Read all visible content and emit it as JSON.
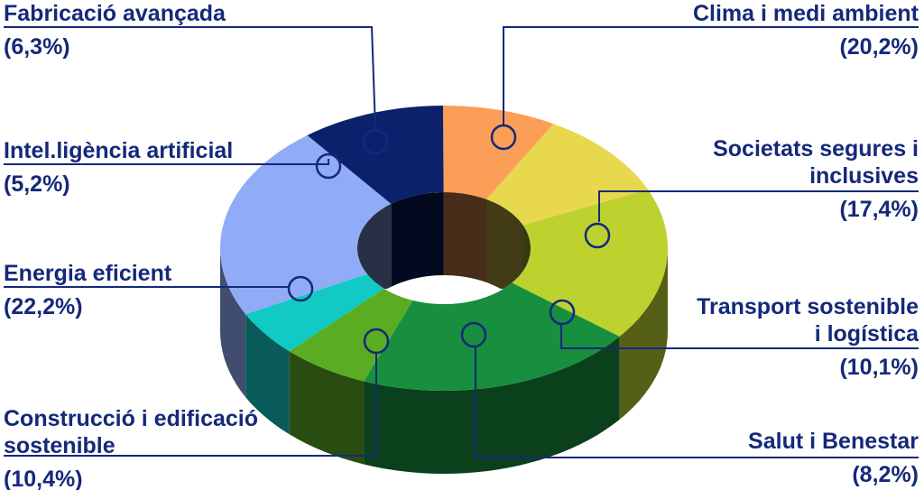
{
  "chart_data": {
    "type": "pie",
    "variant": "3d-donut",
    "title": "",
    "slices": [
      {
        "name": "Clima i medi ambient",
        "pct_label": "(20,2%)",
        "value": 20.2,
        "color": "#178f3e"
      },
      {
        "name": "Societats segures i\ninclusives",
        "pct_label": "(17,4%)",
        "value": 17.4,
        "color": "#bdd22f"
      },
      {
        "name": "Transport sostenible\ni logística",
        "pct_label": "(10,1%)",
        "value": 10.1,
        "color": "#e8d84e"
      },
      {
        "name": "Salut i Benestar",
        "pct_label": "(8,2%)",
        "value": 8.2,
        "color": "#fb9e58"
      },
      {
        "name": "Construcció i edificació\nsostenible",
        "pct_label": "(10,4%)",
        "value": 10.4,
        "color": "#0b216b"
      },
      {
        "name": "Energia eficient",
        "pct_label": "(22,2%)",
        "value": 22.2,
        "color": "#90acf6"
      },
      {
        "name": "Intel.ligència artificial",
        "pct_label": "(5,2%)",
        "value": 5.2,
        "color": "#11cac4"
      },
      {
        "name": "Fabricació avançada",
        "pct_label": "(6,3%)",
        "value": 6.3,
        "color": "#5aac23"
      }
    ],
    "label_color": "#15297a",
    "leader_color": "#15297a"
  }
}
